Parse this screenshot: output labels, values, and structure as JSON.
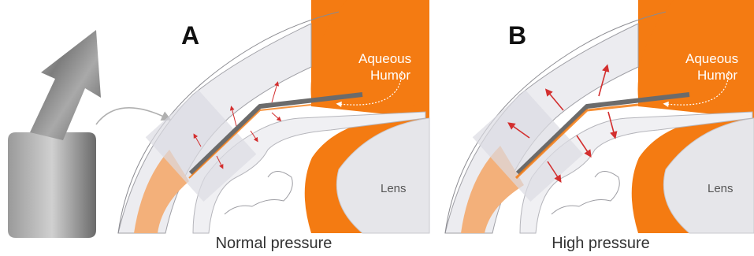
{
  "colors": {
    "orange": "#f47b12",
    "light_orange": "#f3b07a",
    "shunt_gray": "#6b6b6b",
    "tissue_light": "#e9e9ec",
    "tissue_mid": "#d9d9de",
    "arrow_red": "#d32f2f",
    "metal": "#8c8c8c"
  },
  "panel_a": {
    "label": "A",
    "fluid_label_line1": "Aqueous",
    "fluid_label_line2": "Humor",
    "lens_label": "Lens",
    "caption": "Normal pressure",
    "arrow_size": "small"
  },
  "panel_b": {
    "label": "B",
    "fluid_label_line1": "Aqueous",
    "fluid_label_line2": "Humor",
    "lens_label": "Lens",
    "caption": "High pressure",
    "arrow_size": "large"
  },
  "icons": {
    "implant": "metal-arrow-implant-icon",
    "pointer": "curved-pointer-arrow-icon"
  }
}
